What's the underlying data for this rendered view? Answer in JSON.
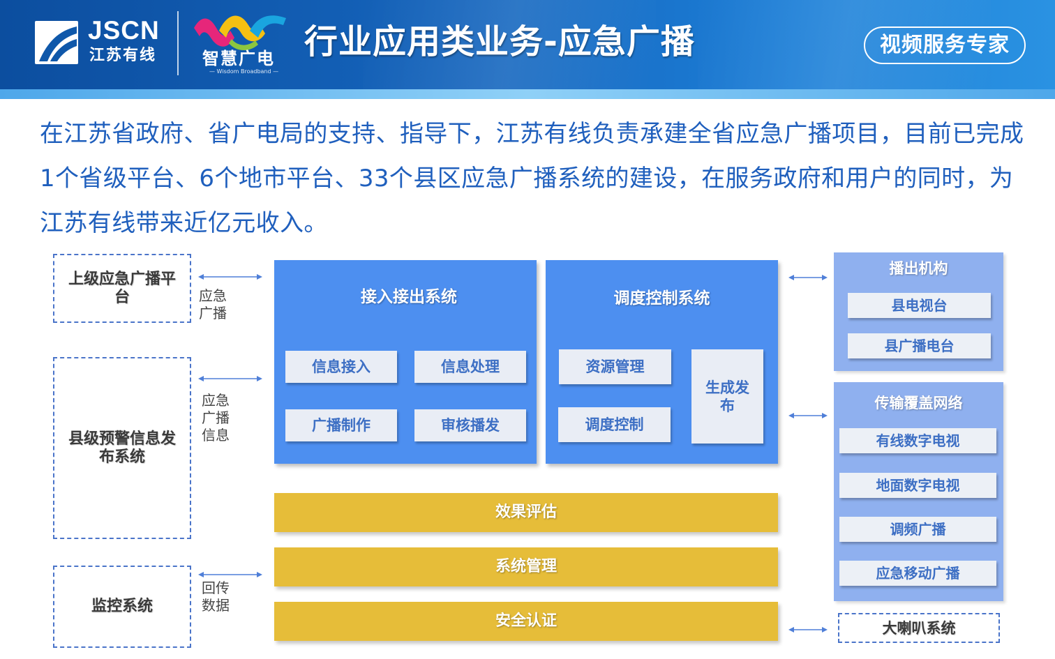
{
  "header": {
    "logo_jscn": "JSCN",
    "logo_cn": "江苏有线",
    "wisdom_cn": "智慧广电",
    "wisdom_en": "— Wisdom Broadband —",
    "title": "行业应用类业务-应急广播",
    "tag": "视频服务专家"
  },
  "intro": "在江苏省政府、省广电局的支持、指导下，江苏有线负责承建全省应急广播项目，目前已完成1个省级平台、6个地市平台、33个县区应急广播系统的建设，在服务政府和用户的同时，为江苏有线带来近亿元收入。",
  "diagram": {
    "left_boxes": [
      {
        "label": "上级应急广播平台",
        "link_label": "应急广播"
      },
      {
        "label": "县级预警信息发布系统",
        "link_label": "应急广播信息"
      },
      {
        "label": "监控系统",
        "link_label": "回传数据"
      }
    ],
    "access_system": {
      "title": "接入接出系统",
      "items": [
        "信息接入",
        "信息处理",
        "广播制作",
        "审核播发"
      ]
    },
    "dispatch_system": {
      "title": "调度控制系统",
      "items": [
        "资源管理",
        "调度控制",
        "生成发布"
      ]
    },
    "bars": [
      "效果评估",
      "系统管理",
      "安全认证"
    ],
    "broadcast_org": {
      "title": "播出机构",
      "items": [
        "县电视台",
        "县广播电台"
      ]
    },
    "transmission": {
      "title": "传输覆盖网络",
      "items": [
        "有线数字电视",
        "地面数字电视",
        "调频广播",
        "应急移动广播"
      ]
    },
    "speaker": "大喇叭系统"
  },
  "colors": {
    "header_blue": "#1565bd",
    "system_blue": "#4d8ff0",
    "panel_blue": "#8fb0ef",
    "bar_yellow": "#e6bd39",
    "text_blue": "#1f5fbd"
  }
}
